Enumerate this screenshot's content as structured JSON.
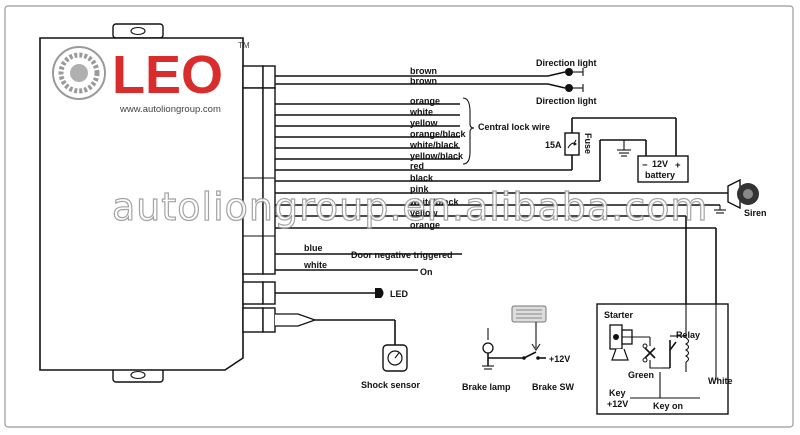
{
  "logo": {
    "brand": "LEO",
    "trademark": "TM",
    "url": "www.autoliongroup.com"
  },
  "watermark": "autoliongroup.en.alibaba.com",
  "wires": {
    "brown_1": "brown",
    "brown_2": "brown",
    "orange_1": "orange",
    "white_1": "white",
    "yellow_1": "yellow",
    "orange_black": "orange/black",
    "white_black": "white/black",
    "yellow_black": "yellow/black",
    "red": "red",
    "black": "black",
    "pink": "pink",
    "white_black_2": "white/black",
    "yellow_2": "yellow",
    "orange_2": "orange",
    "blue": "blue",
    "white_2": "white"
  },
  "labels": {
    "direction_light_top": "Direction light",
    "direction_light_bottom": "Direction light",
    "central_lock_wire": "Central lock wire",
    "fuse_rating": "15A",
    "fuse": "Fuse",
    "battery_voltage": "12V",
    "battery_minus": "−",
    "battery_plus": "+",
    "battery": "battery",
    "siren": "Siren",
    "door_negative": "Door negative triggered",
    "on": "On",
    "led": "LED",
    "shock_sensor": "Shock sensor",
    "brake_lamp": "Brake lamp",
    "brake_12v": "+12V",
    "brake_sw": "Brake SW",
    "starter": "Starter",
    "relay": "Relay",
    "green": "Green",
    "white_relay": "White",
    "key": "Key",
    "key_12v": "+12V",
    "key_on": "Key on"
  }
}
